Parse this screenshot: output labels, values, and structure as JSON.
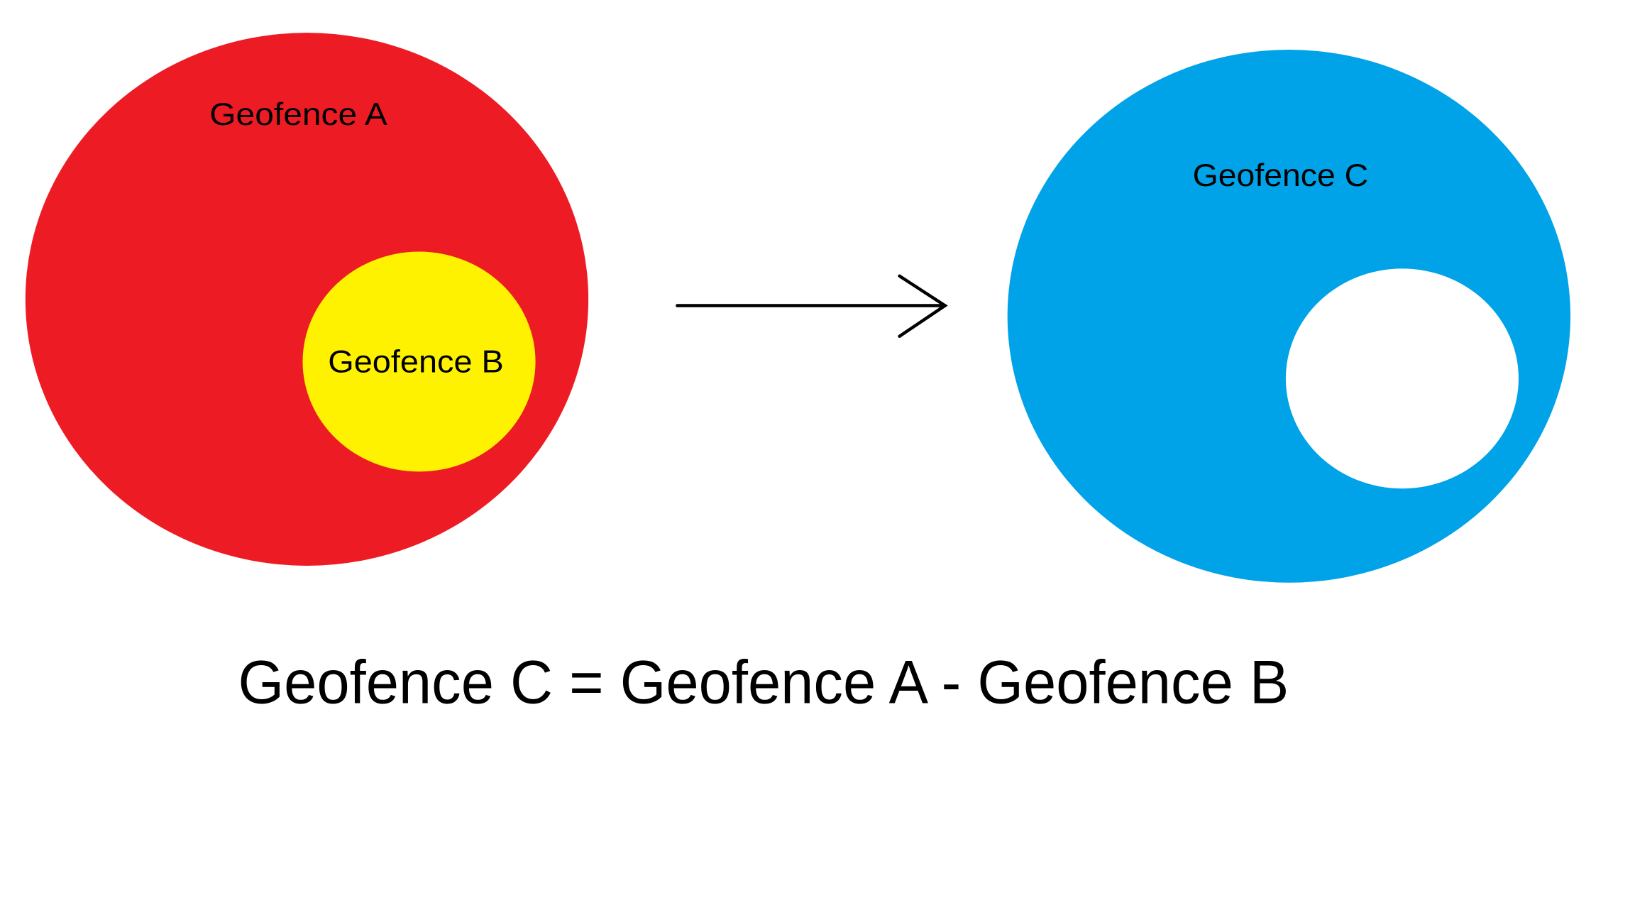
{
  "diagram": {
    "geofence_a": {
      "label": "Geofence A",
      "color": "#ED1C24"
    },
    "geofence_b": {
      "label": "Geofence B",
      "color": "#FFF200"
    },
    "geofence_c": {
      "label": "Geofence C",
      "color": "#00A2E8"
    },
    "hole_color": "#FFFFFF",
    "arrow_color": "#000000",
    "formula": "Geofence C = Geofence A - Geofence B"
  }
}
